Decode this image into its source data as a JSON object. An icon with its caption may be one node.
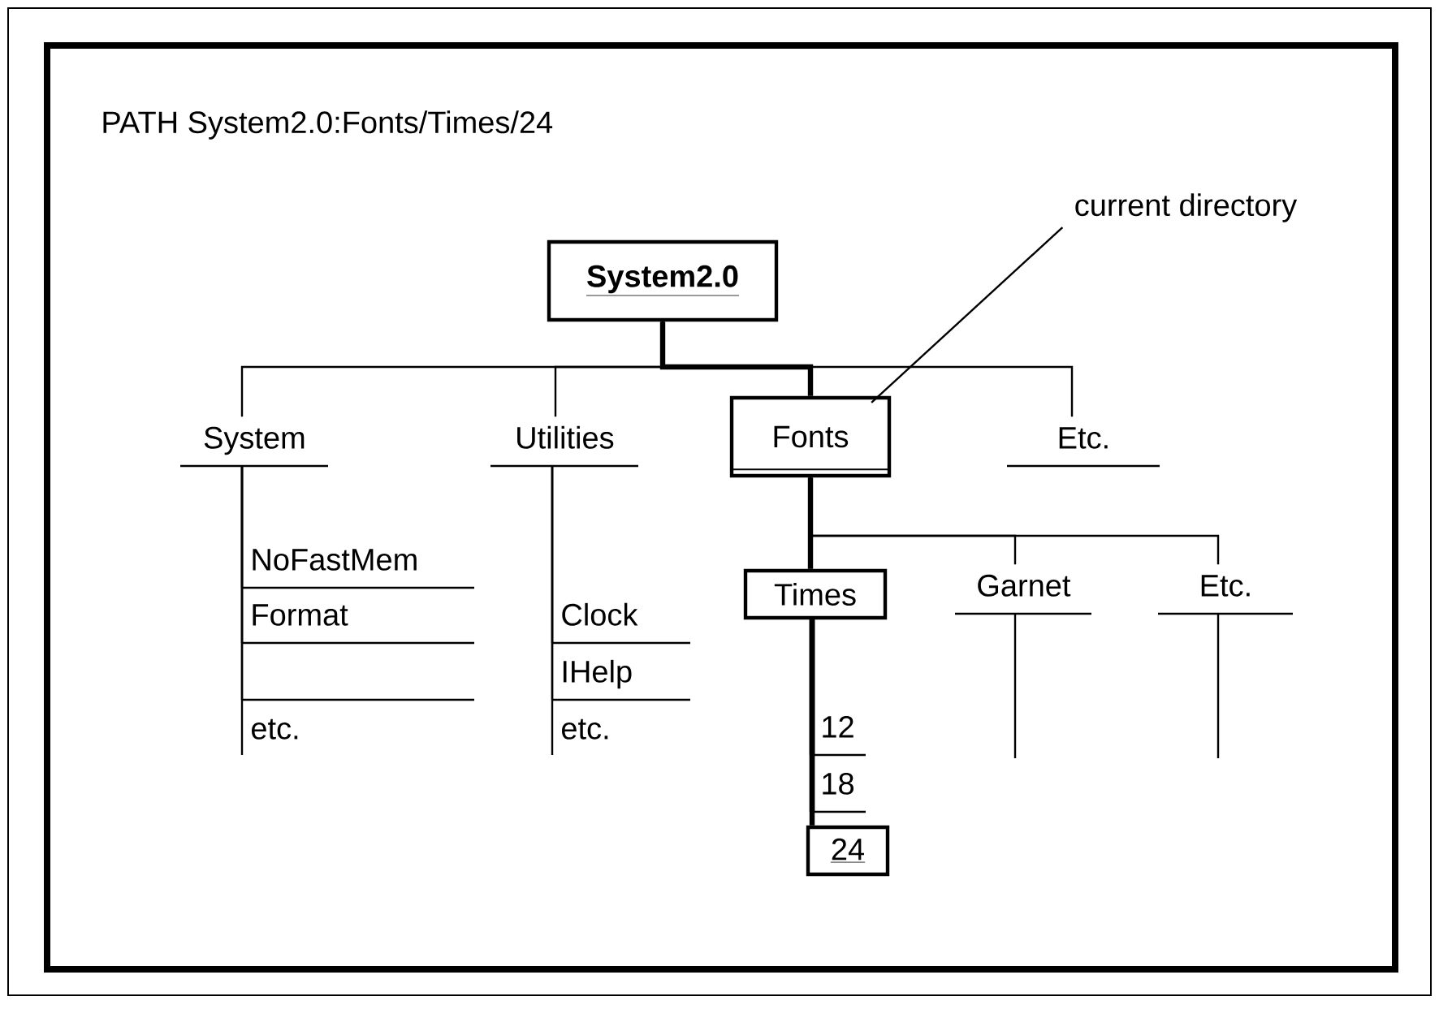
{
  "diagram": {
    "nodes": [
      {
        "text": [
          "System2.0"
        ]
      },
      {
        "text": [
          "System"
        ]
      },
      {
        "text": [
          "Utilities"
        ]
      },
      {
        "text": [
          "Fonts"
        ]
      },
      {
        "text": [
          "Etc."
        ]
      },
      {
        "text": [
          "NoFastMem"
        ]
      },
      {
        "text": [
          "Format"
        ]
      },
      {
        "text": [],
        "shape": "line"
      },
      {
        "text": [
          "etc."
        ]
      },
      {
        "text": [
          "Clock"
        ]
      },
      {
        "text": [
          "IHelp"
        ]
      },
      {
        "text": [
          "etc."
        ]
      },
      {
        "text": [
          "Times"
        ]
      },
      {
        "text": [
          "Garnet"
        ]
      },
      {
        "text": [
          "Etc."
        ]
      },
      {
        "text": [
          "12"
        ]
      },
      {
        "text": [
          "18"
        ]
      },
      {
        "text": [
          "24"
        ]
      },
      {
        "text": [
          "current directory"
        ]
      }
    ],
    "edges": [
      {
        "from": 0,
        "to": 1,
        "arrow": "none"
      },
      {
        "from": 0,
        "to": 2,
        "arrow": "none"
      },
      {
        "from": 0,
        "to": 3,
        "arrow": "none",
        "style": "thick"
      },
      {
        "from": 0,
        "to": 4,
        "arrow": "none"
      },
      {
        "from": 1,
        "to": 5,
        "arrow": "none"
      },
      {
        "from": 1,
        "to": 6,
        "arrow": "none"
      },
      {
        "from": 1,
        "to": 7,
        "arrow": "none"
      },
      {
        "from": 1,
        "to": 8,
        "arrow": "none"
      },
      {
        "from": 2,
        "to": 9,
        "arrow": "none"
      },
      {
        "from": 2,
        "to": 10,
        "arrow": "none"
      },
      {
        "from": 2,
        "to": 11,
        "arrow": "none"
      },
      {
        "from": 3,
        "to": 12,
        "arrow": "none",
        "style": "thick"
      },
      {
        "from": 3,
        "to": 13,
        "arrow": "none"
      },
      {
        "from": 3,
        "to": 14,
        "arrow": "none"
      },
      {
        "from": 12,
        "to": 15,
        "arrow": "none",
        "style": "thick"
      },
      {
        "from": 12,
        "to": 16,
        "arrow": "none",
        "style": "thick"
      },
      {
        "from": 12,
        "to": 17,
        "arrow": "none",
        "style": "thick"
      },
      {
        "from": 13,
        "to": null,
        "arrow": "none"
      },
      {
        "from": 14,
        "to": null,
        "arrow": "none"
      },
      {
        "from": 18,
        "to": 3,
        "arrow": "none"
      }
    ],
    "labels": [
      "PATH  System2.0:Fonts/Times/24"
    ]
  }
}
